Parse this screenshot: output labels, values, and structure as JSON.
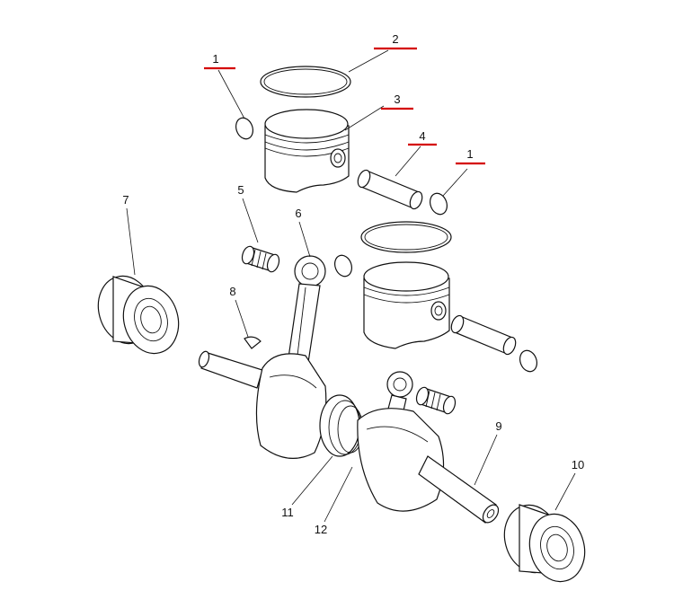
{
  "colors": {
    "highlight": "#d40000",
    "line": "#111111",
    "background": "#ffffff"
  },
  "callouts": [
    {
      "id": "c1a",
      "label": "1",
      "highlighted": true
    },
    {
      "id": "c2",
      "label": "2",
      "highlighted": true
    },
    {
      "id": "c3",
      "label": "3",
      "highlighted": true
    },
    {
      "id": "c4",
      "label": "4",
      "highlighted": true
    },
    {
      "id": "c1b",
      "label": "1",
      "highlighted": true
    },
    {
      "id": "c5",
      "label": "5",
      "highlighted": false
    },
    {
      "id": "c6",
      "label": "6",
      "highlighted": false
    },
    {
      "id": "c7",
      "label": "7",
      "highlighted": false
    },
    {
      "id": "c8",
      "label": "8",
      "highlighted": false
    },
    {
      "id": "c9",
      "label": "9",
      "highlighted": false
    },
    {
      "id": "c10",
      "label": "10",
      "highlighted": false
    },
    {
      "id": "c11",
      "label": "11",
      "highlighted": false
    },
    {
      "id": "c12",
      "label": "12",
      "highlighted": false
    }
  ]
}
